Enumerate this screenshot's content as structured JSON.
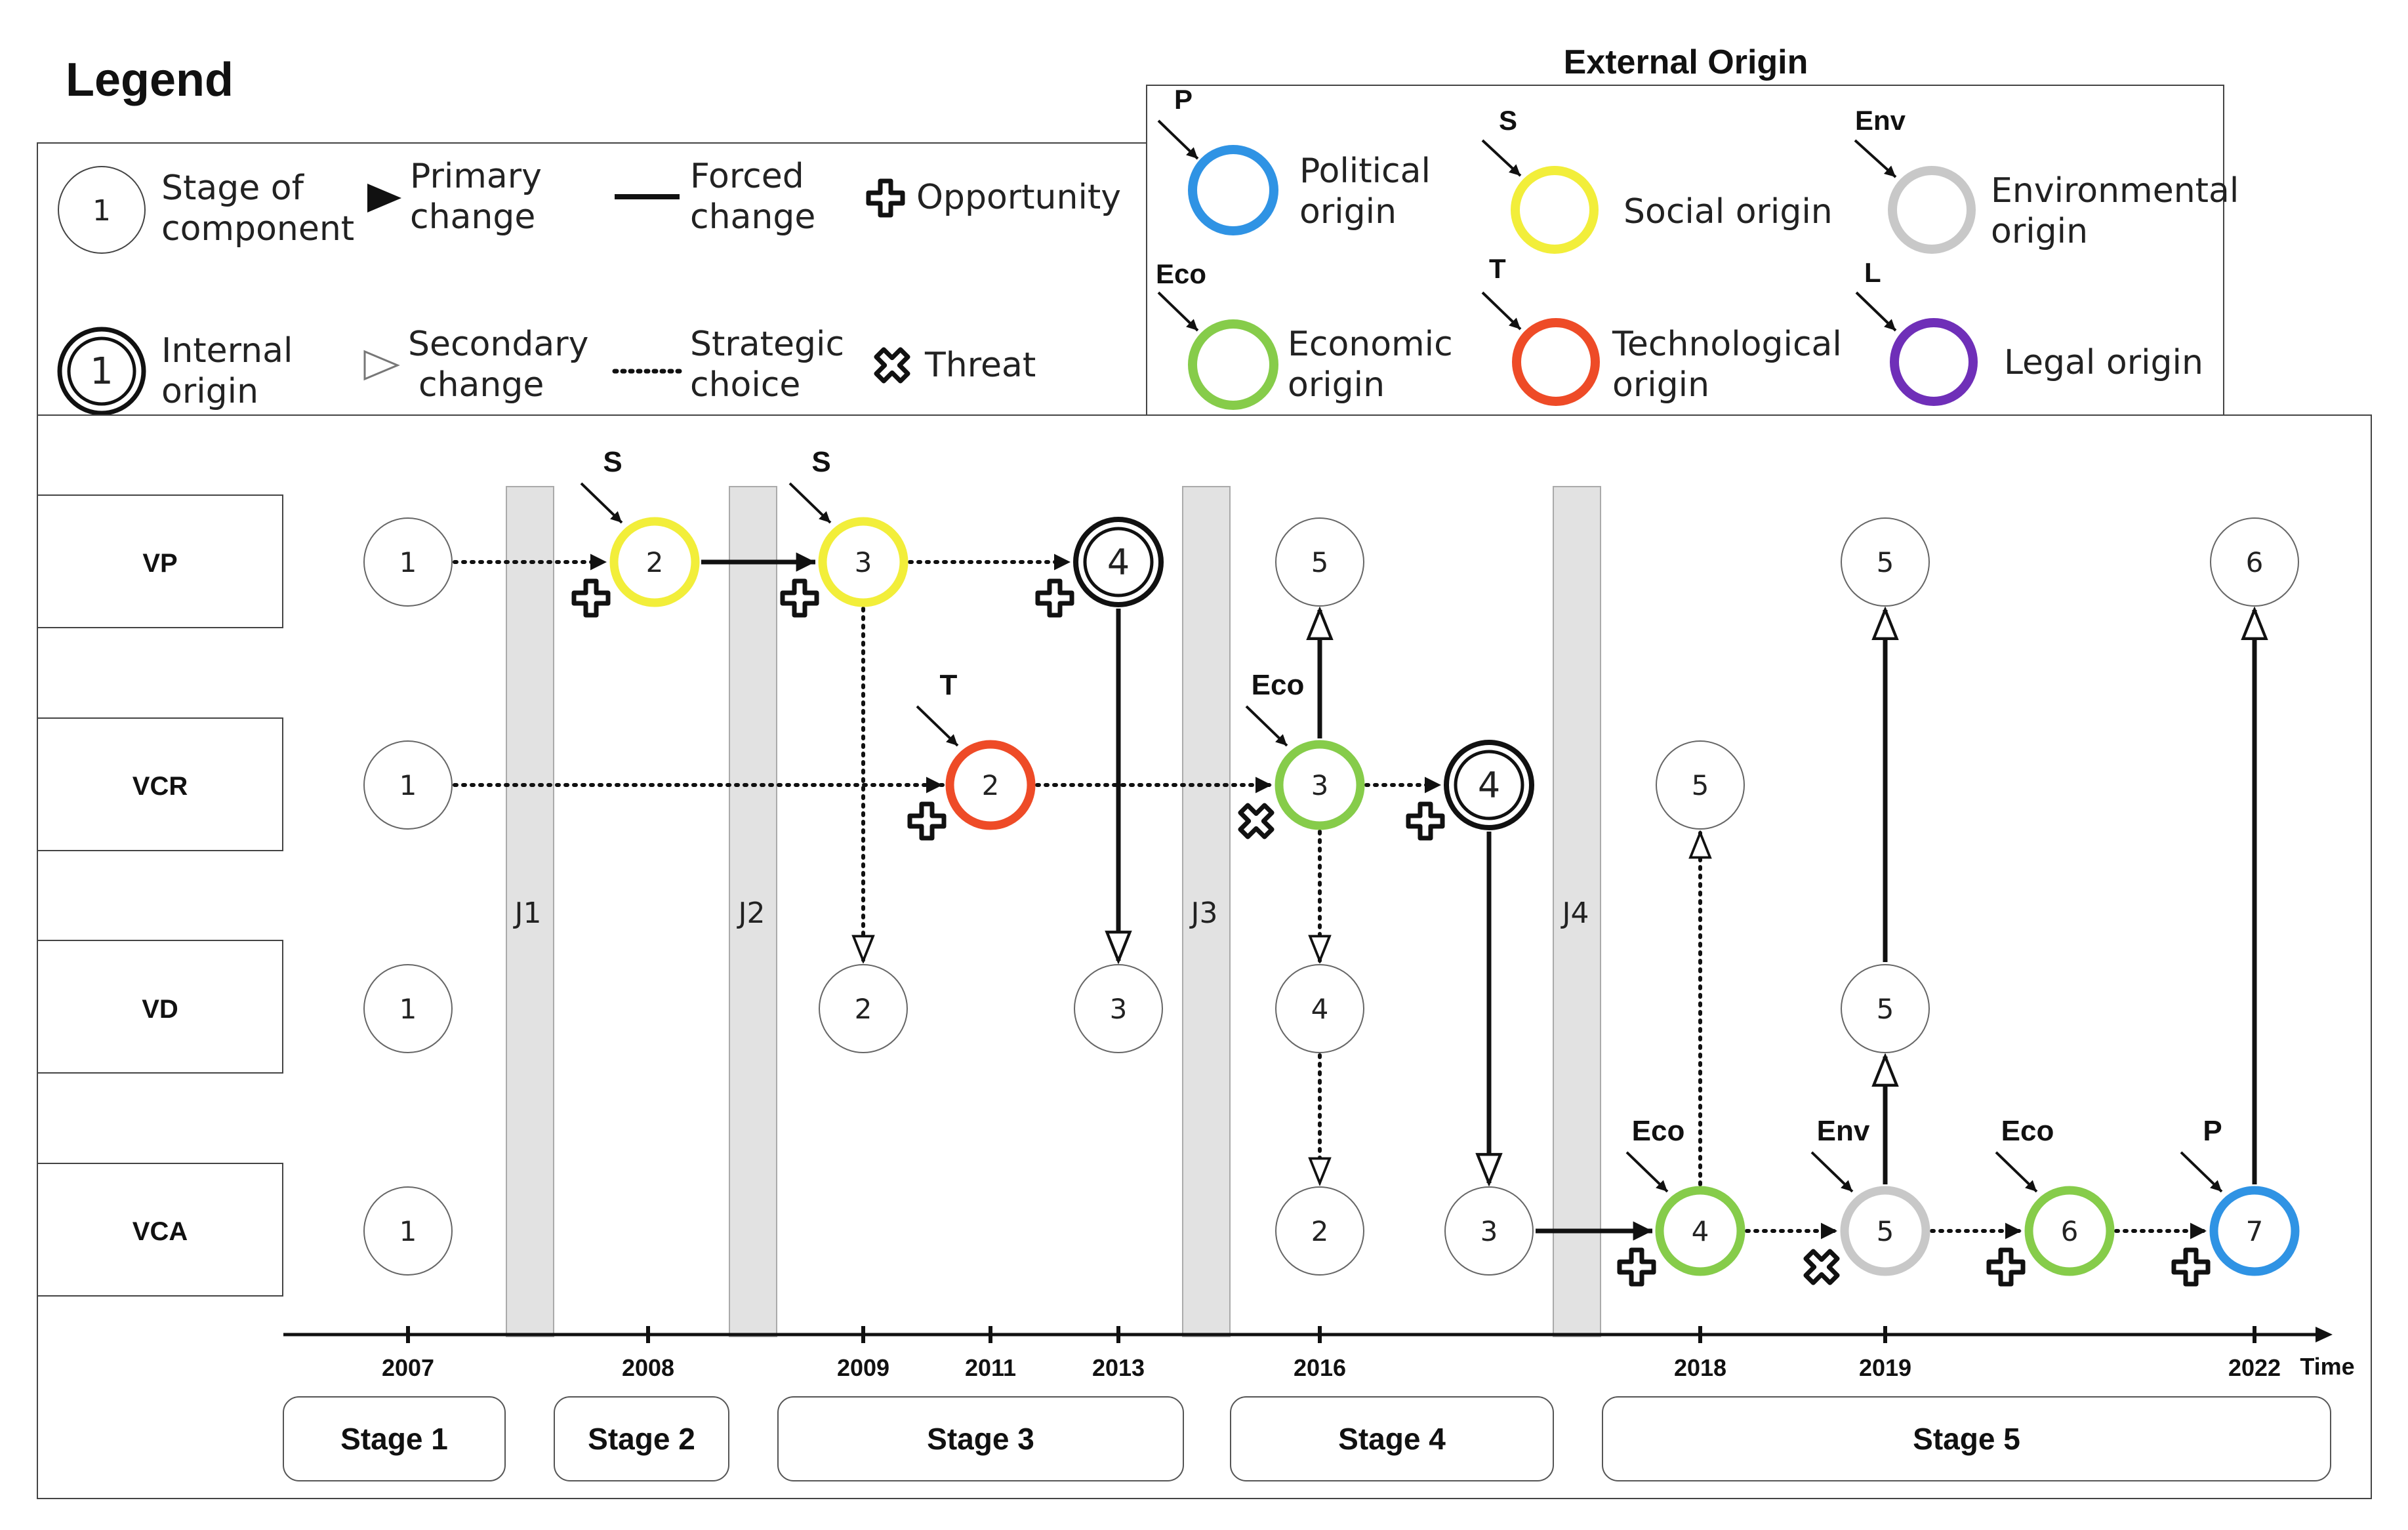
{
  "legend": {
    "title": "Legend",
    "items": [
      {
        "id": "stage",
        "symbol": "1",
        "label": [
          "Stage of",
          "component"
        ]
      },
      {
        "id": "primary",
        "label": [
          "Primary",
          "change"
        ]
      },
      {
        "id": "forced",
        "label": [
          "Forced",
          "change"
        ]
      },
      {
        "id": "opportunity",
        "label": [
          "Opportunity"
        ]
      },
      {
        "id": "internal",
        "symbol": "1",
        "label": [
          "Internal",
          "origin"
        ]
      },
      {
        "id": "secondary",
        "label": [
          "Secondary",
          "change"
        ]
      },
      {
        "id": "strategic",
        "label": [
          "Strategic",
          "choice"
        ]
      },
      {
        "id": "threat",
        "label": [
          "Threat"
        ]
      }
    ]
  },
  "external_origin": {
    "title": "External Origin",
    "items": [
      {
        "code": "P",
        "label": [
          "Political",
          "origin"
        ],
        "color": "#2f93e4"
      },
      {
        "code": "S",
        "label": [
          "Social origin"
        ],
        "color": "#f2ee3a"
      },
      {
        "code": "Env",
        "label": [
          "Environmental",
          "origin"
        ],
        "color": "#c8c8c8"
      },
      {
        "code": "Eco",
        "label": [
          "Economic",
          "origin"
        ],
        "color": "#86cc4a"
      },
      {
        "code": "T",
        "label": [
          "Technological",
          "origin"
        ],
        "color": "#ee4b27"
      },
      {
        "code": "L",
        "label": [
          "Legal origin"
        ],
        "color": "#6f2fb8"
      }
    ]
  },
  "rows": [
    "VP",
    "VCR",
    "VD",
    "VCA"
  ],
  "junctions": [
    "J1",
    "J2",
    "J3",
    "J4"
  ],
  "years": [
    "2007",
    "2008",
    "2009",
    "2011",
    "2013",
    "2016",
    "2018",
    "2019",
    "2022"
  ],
  "axis_label": "Time",
  "stages": [
    "Stage 1",
    "Stage 2",
    "Stage 3",
    "Stage 4",
    "Stage 5"
  ],
  "nodes": [
    {
      "id": "vp1",
      "row": "VP",
      "label": "1",
      "origin": "none"
    },
    {
      "id": "vp2",
      "row": "VP",
      "label": "2",
      "origin": "S",
      "tag": "S",
      "marker": "opportunity"
    },
    {
      "id": "vp3",
      "row": "VP",
      "label": "3",
      "origin": "S",
      "tag": "S",
      "marker": "opportunity"
    },
    {
      "id": "vp4",
      "row": "VP",
      "label": "4",
      "origin": "internal",
      "marker": "opportunity"
    },
    {
      "id": "vp5a",
      "row": "VP",
      "label": "5",
      "origin": "none"
    },
    {
      "id": "vp5b",
      "row": "VP",
      "label": "5",
      "origin": "none"
    },
    {
      "id": "vp6",
      "row": "VP",
      "label": "6",
      "origin": "none"
    },
    {
      "id": "vcr1",
      "row": "VCR",
      "label": "1",
      "origin": "none"
    },
    {
      "id": "vcr2",
      "row": "VCR",
      "label": "2",
      "origin": "T",
      "tag": "T",
      "marker": "opportunity"
    },
    {
      "id": "vcr3",
      "row": "VCR",
      "label": "3",
      "origin": "Eco",
      "tag": "Eco",
      "marker": "threat"
    },
    {
      "id": "vcr4",
      "row": "VCR",
      "label": "4",
      "origin": "internal",
      "marker": "opportunity"
    },
    {
      "id": "vcr5",
      "row": "VCR",
      "label": "5",
      "origin": "none"
    },
    {
      "id": "vd1",
      "row": "VD",
      "label": "1",
      "origin": "none"
    },
    {
      "id": "vd2",
      "row": "VD",
      "label": "2",
      "origin": "none"
    },
    {
      "id": "vd3",
      "row": "VD",
      "label": "3",
      "origin": "none"
    },
    {
      "id": "vd4",
      "row": "VD",
      "label": "4",
      "origin": "none"
    },
    {
      "id": "vd5",
      "row": "VD",
      "label": "5",
      "origin": "none"
    },
    {
      "id": "vca1",
      "row": "VCA",
      "label": "1",
      "origin": "none"
    },
    {
      "id": "vca2",
      "row": "VCA",
      "label": "2",
      "origin": "none"
    },
    {
      "id": "vca3",
      "row": "VCA",
      "label": "3",
      "origin": "none"
    },
    {
      "id": "vca4",
      "row": "VCA",
      "label": "4",
      "origin": "Eco",
      "tag": "Eco",
      "marker": "opportunity"
    },
    {
      "id": "vca5",
      "row": "VCA",
      "label": "5",
      "origin": "Env",
      "tag": "Env",
      "marker": "threat"
    },
    {
      "id": "vca6",
      "row": "VCA",
      "label": "6",
      "origin": "Eco",
      "tag": "Eco",
      "marker": "opportunity"
    },
    {
      "id": "vca7",
      "row": "VCA",
      "label": "7",
      "origin": "P",
      "tag": "P",
      "marker": "opportunity"
    }
  ],
  "edges": [
    {
      "from": "vp1",
      "to": "vp2",
      "type": "strategic",
      "head": "primary"
    },
    {
      "from": "vp2",
      "to": "vp3",
      "type": "forced",
      "head": "primary"
    },
    {
      "from": "vp3",
      "to": "vp4",
      "type": "strategic",
      "head": "primary"
    },
    {
      "from": "vp3",
      "to": "vd2",
      "type": "strategic",
      "head": "secondary"
    },
    {
      "from": "vp4",
      "to": "vd3",
      "type": "forced",
      "head": "secondary"
    },
    {
      "from": "vcr1",
      "to": "vcr2",
      "type": "strategic",
      "head": "primary"
    },
    {
      "from": "vcr2",
      "to": "vcr3",
      "type": "strategic",
      "head": "primary"
    },
    {
      "from": "vcr3",
      "to": "vcr4",
      "type": "strategic",
      "head": "primary"
    },
    {
      "from": "vcr3",
      "to": "vp5a",
      "type": "forced",
      "head": "secondary"
    },
    {
      "from": "vcr3",
      "to": "vd4",
      "type": "strategic",
      "head": "secondary"
    },
    {
      "from": "vd4",
      "to": "vca2",
      "type": "strategic",
      "head": "secondary"
    },
    {
      "from": "vcr4",
      "to": "vca3",
      "type": "forced",
      "head": "secondary"
    },
    {
      "from": "vca3",
      "to": "vca4",
      "type": "forced",
      "head": "primary"
    },
    {
      "from": "vca4",
      "to": "vcr5",
      "type": "strategic",
      "head": "secondary"
    },
    {
      "from": "vca4",
      "to": "vca5",
      "type": "strategic",
      "head": "primary"
    },
    {
      "from": "vca5",
      "to": "vd5",
      "type": "forced",
      "head": "secondary"
    },
    {
      "from": "vd5",
      "to": "vp5b",
      "type": "forced",
      "head": "secondary"
    },
    {
      "from": "vca5",
      "to": "vca6",
      "type": "strategic",
      "head": "primary"
    },
    {
      "from": "vca6",
      "to": "vca7",
      "type": "strategic",
      "head": "primary"
    },
    {
      "from": "vca7",
      "to": "vp6",
      "type": "forced",
      "head": "secondary"
    }
  ]
}
